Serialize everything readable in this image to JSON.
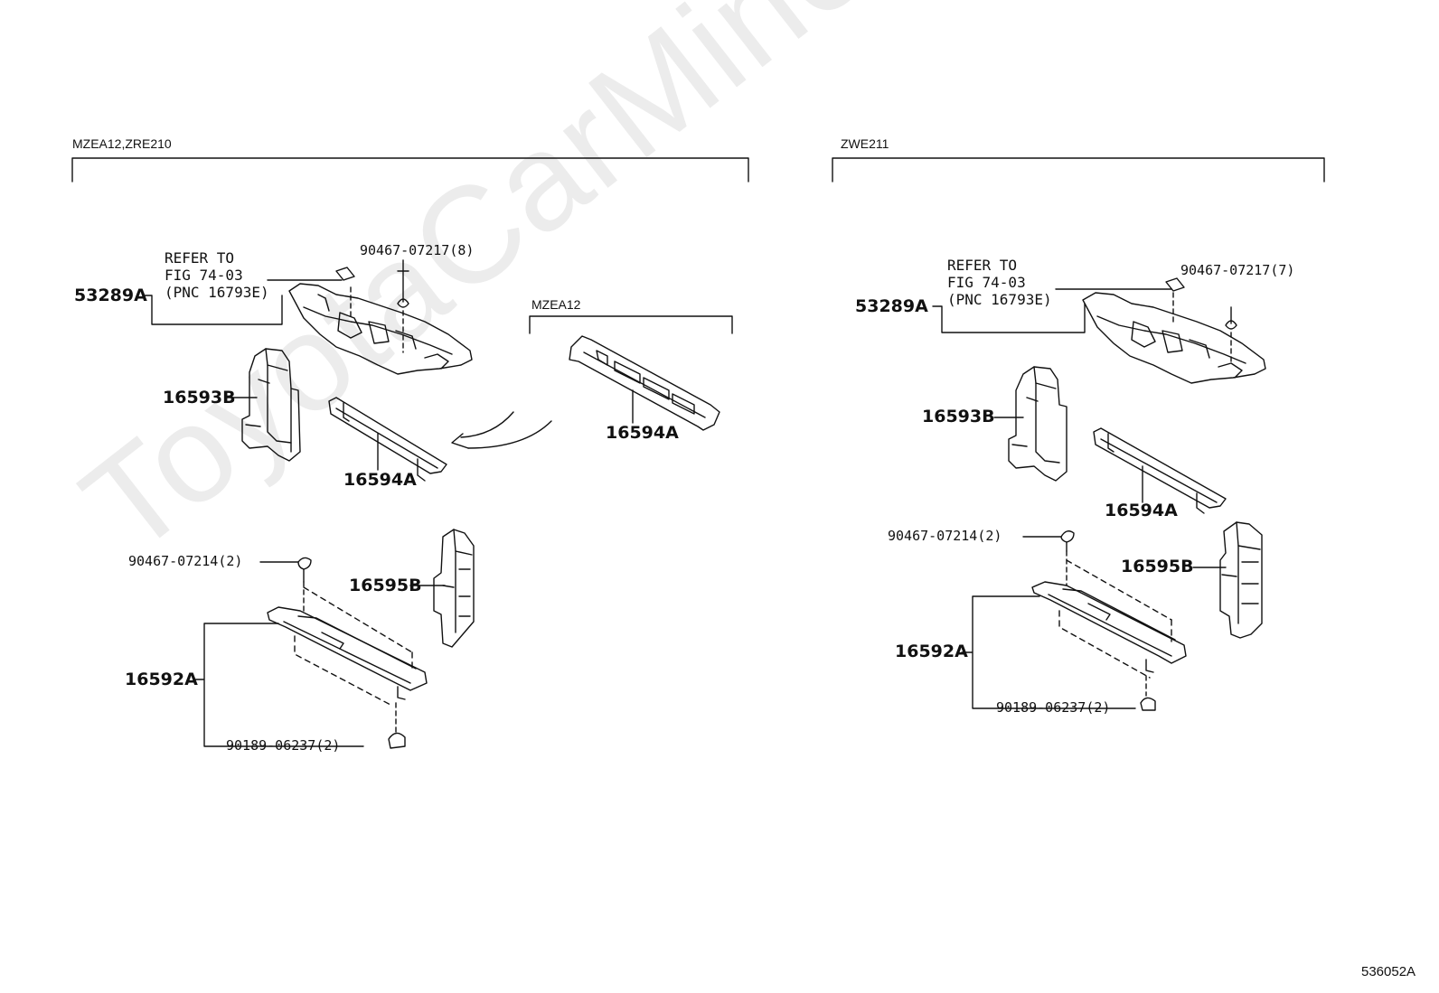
{
  "watermark": "ToyotaCarMine.ru",
  "illustration_code": "536052A",
  "left": {
    "header": "MZEA12,ZRE210",
    "subheader": "MZEA12",
    "refer_note": "REFER TO\nFIG 74-03\n(PNC 16793E)",
    "parts": {
      "p53289A": "53289A",
      "p16593B": "16593B",
      "p16594A": "16594A",
      "p16594A_alt": "16594A",
      "p16595B": "16595B",
      "p16592A": "16592A",
      "screw_top": "90467-07217(8)",
      "clip_mid": "90467-07214(2)",
      "clip_bottom": "90189-06237(2)"
    }
  },
  "right": {
    "header": "ZWE211",
    "refer_note": "REFER TO\nFIG 74-03\n(PNC 16793E)",
    "parts": {
      "p53289A": "53289A",
      "p16593B": "16593B",
      "p16594A": "16594A",
      "p16595B": "16595B",
      "p16592A": "16592A",
      "screw_top": "90467-07217(7)",
      "clip_mid": "90467-07214(2)",
      "clip_bottom": "90189-06237(2)"
    }
  }
}
